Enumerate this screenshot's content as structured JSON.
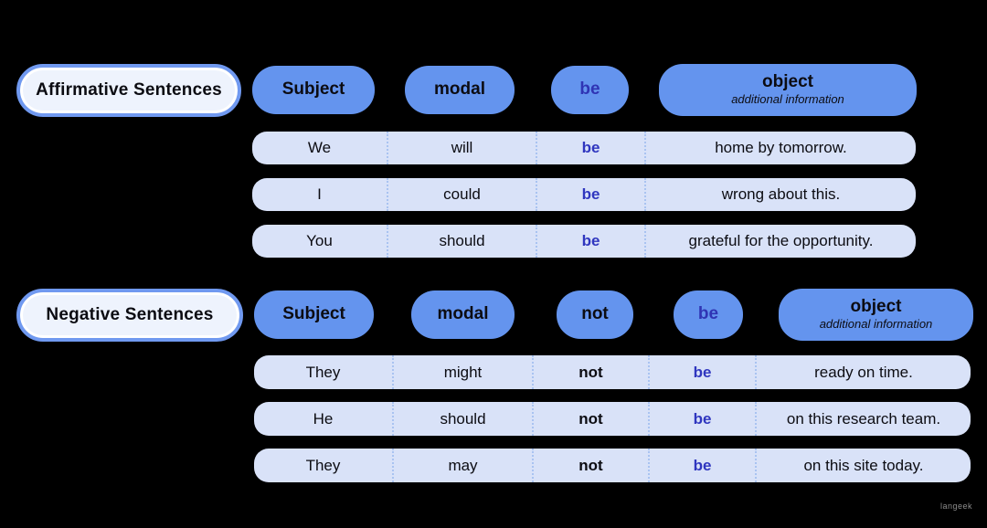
{
  "colors": {
    "background": "#000000",
    "header_pill": "#6494ee",
    "row_background": "#d9e2f8",
    "label_fill": "#eef3fd",
    "label_border": "#7099f0",
    "accent_text": "#2f36bf",
    "dotted_separator": "#a9c3f1",
    "text": "#0c0c12"
  },
  "watermark": "langeek",
  "affirmative": {
    "label": "Affirmative Sentences",
    "headers": {
      "subject": "Subject",
      "modal": "modal",
      "be": "be",
      "object": "object",
      "object_sub": "additional information"
    },
    "rows": [
      {
        "subject": "We",
        "modal": "will",
        "be": "be",
        "object": "home by tomorrow."
      },
      {
        "subject": "I",
        "modal": "could",
        "be": "be",
        "object": "wrong about this."
      },
      {
        "subject": "You",
        "modal": "should",
        "be": "be",
        "object": "grateful for the opportunity."
      }
    ]
  },
  "negative": {
    "label": "Negative Sentences",
    "headers": {
      "subject": "Subject",
      "modal": "modal",
      "not": "not",
      "be": "be",
      "object": "object",
      "object_sub": "additional information"
    },
    "rows": [
      {
        "subject": "They",
        "modal": "might",
        "not": "not",
        "be": "be",
        "object": "ready on time."
      },
      {
        "subject": "He",
        "modal": "should",
        "not": "not",
        "be": "be",
        "object": "on this research team."
      },
      {
        "subject": "They",
        "modal": "may",
        "not": "not",
        "be": "be",
        "object": "on this site today."
      }
    ]
  }
}
